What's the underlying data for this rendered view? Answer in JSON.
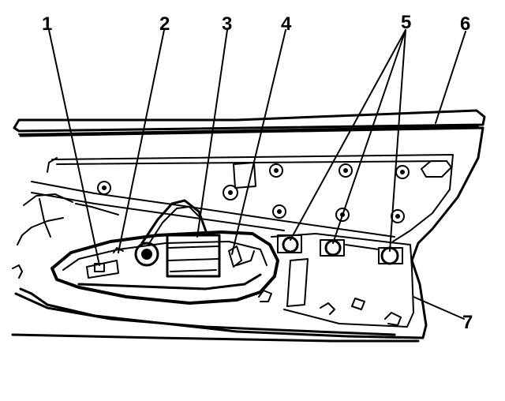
{
  "callouts": [
    {
      "id": 1,
      "label": "1"
    },
    {
      "id": 2,
      "label": "2"
    },
    {
      "id": 3,
      "label": "3"
    },
    {
      "id": 4,
      "label": "4"
    },
    {
      "id": 5,
      "label": "5"
    },
    {
      "id": 6,
      "label": "6"
    },
    {
      "id": 7,
      "label": "7"
    }
  ],
  "colors": {
    "ink": "#000000",
    "paper": "#ffffff"
  }
}
